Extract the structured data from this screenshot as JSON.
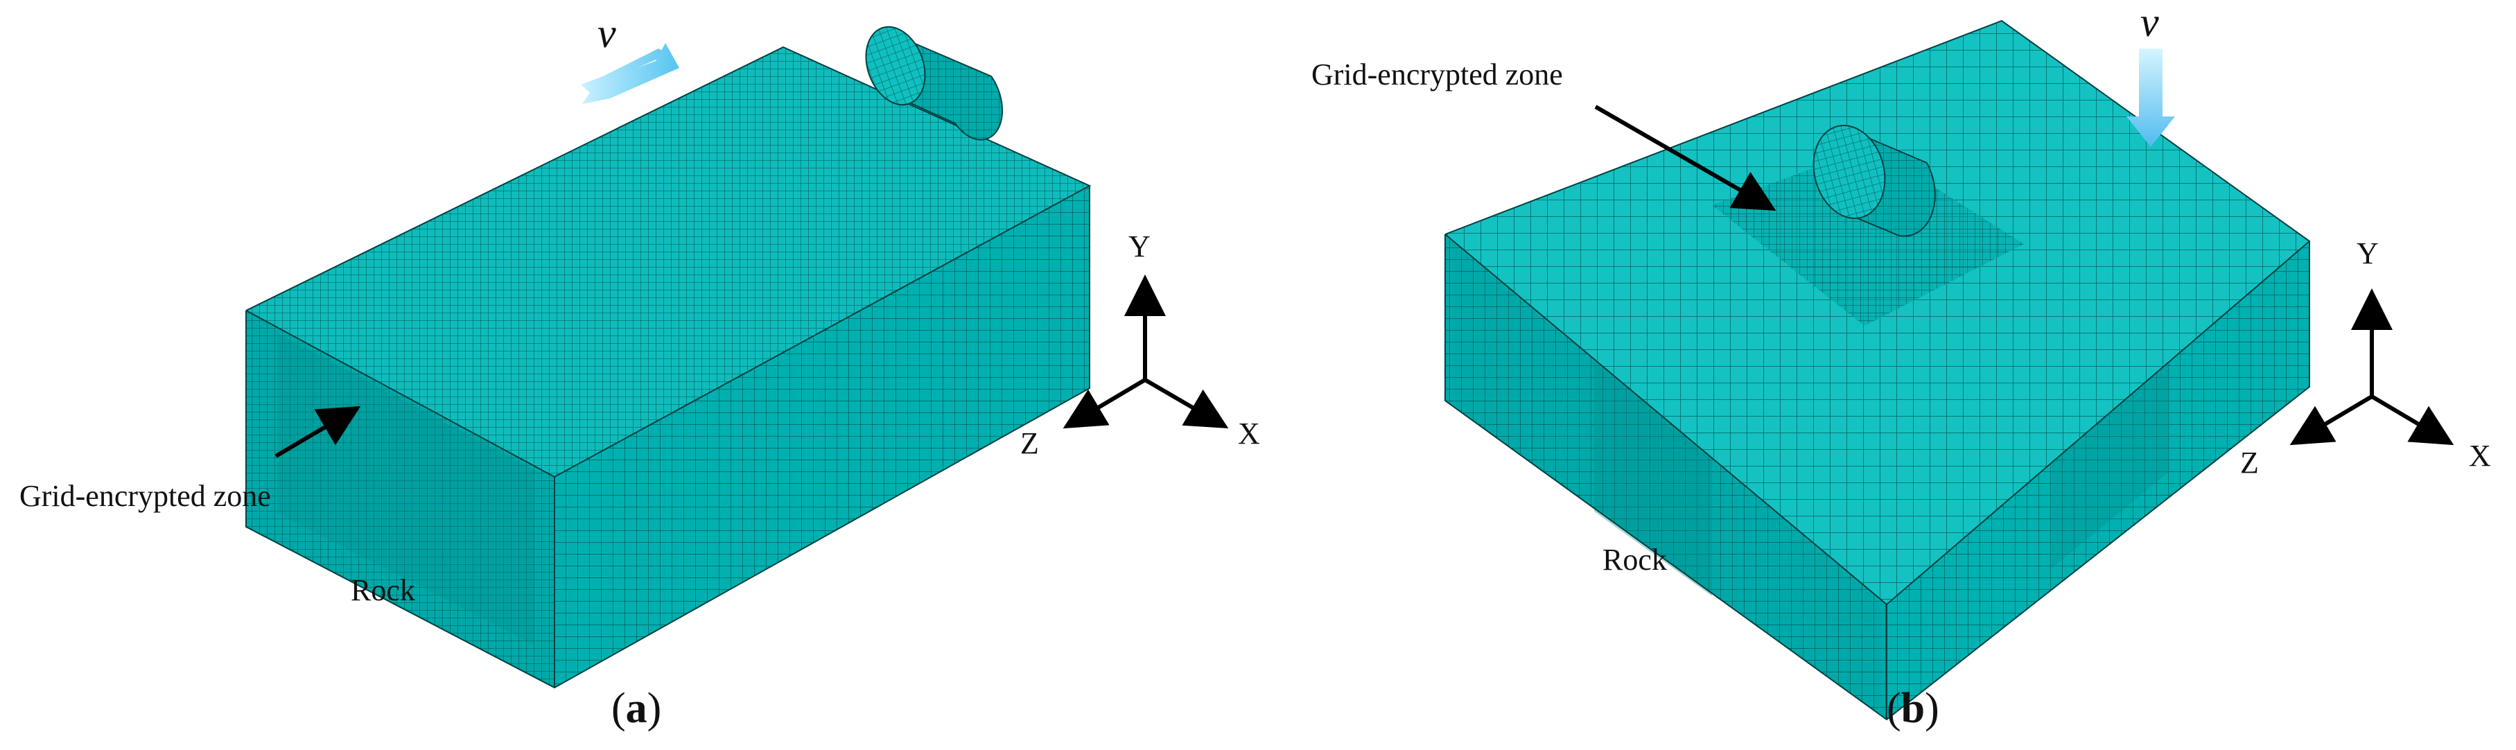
{
  "colors": {
    "mesh_fill": "#00b3b3",
    "mesh_fill_dark": "#009c9c",
    "mesh_fill_top": "#14c2c2",
    "mesh_line": "#003c3c",
    "velocity_arrow": "#7fd3f5",
    "annotation_arrow": "#000000"
  },
  "panel_a": {
    "caption_open": "(",
    "caption_letter": "a",
    "caption_close": ")",
    "zone_label": "Grid-encrypted zone",
    "rock_label": "Rock",
    "velocity_label": "v",
    "axis_y": "Y",
    "axis_x": "X",
    "axis_z": "Z"
  },
  "panel_b": {
    "caption_open": "(",
    "caption_letter": "b",
    "caption_close": ")",
    "zone_label": "Grid-encrypted zone",
    "rock_label": "Rock",
    "velocity_label": "v",
    "axis_y": "Y",
    "axis_x": "X",
    "axis_z": "Z"
  }
}
